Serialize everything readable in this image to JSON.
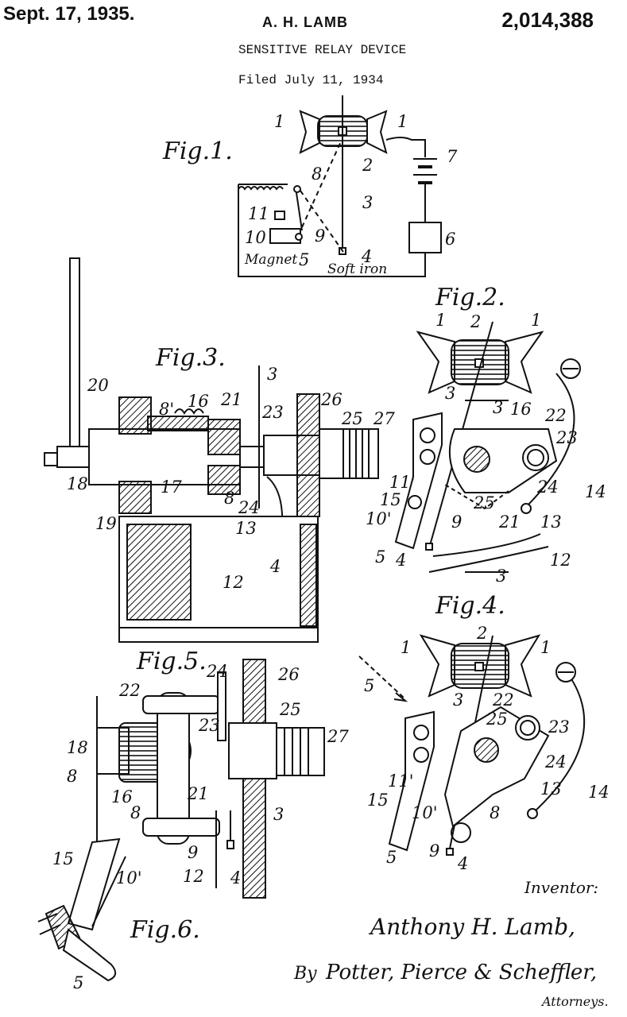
{
  "header": {
    "date": "Sept. 17, 1935.",
    "inventor": "A. H. LAMB",
    "patent_number": "2,014,388",
    "title": "SENSITIVE RELAY DEVICE",
    "filed": "Filed July 11, 1934"
  },
  "figures": {
    "fig1": "Fig.1.",
    "fig2": "Fig.2.",
    "fig3": "Fig.3.",
    "fig4": "Fig.4.",
    "fig5": "Fig.5.",
    "fig6": "Fig.6."
  },
  "notes": {
    "magnet": "Magnet",
    "soft_iron": "Soft iron"
  },
  "refs": {
    "r1": "1",
    "r2": "2",
    "r3": "3",
    "r4": "4",
    "r5": "5",
    "r6": "6",
    "r7": "7",
    "r8": "8",
    "r8p": "8'",
    "r9": "9",
    "r10": "10",
    "r10p": "10'",
    "r11": "11",
    "r11p": "11'",
    "r12": "12",
    "r13": "13",
    "r14": "14",
    "r15": "15",
    "r16": "16",
    "r17": "17",
    "r18": "18",
    "r19": "19",
    "r20": "20",
    "r21": "21",
    "r22": "22",
    "r23": "23",
    "r24": "24",
    "r25": "25",
    "r26": "26",
    "r27": "27"
  },
  "signatures": {
    "inventor_label": "Inventor:",
    "inventor_signature": "Anthony H. Lamb,",
    "by": "By",
    "attorneys_signature": "Potter, Pierce & Scheffler,",
    "attorneys": "Attorneys."
  }
}
